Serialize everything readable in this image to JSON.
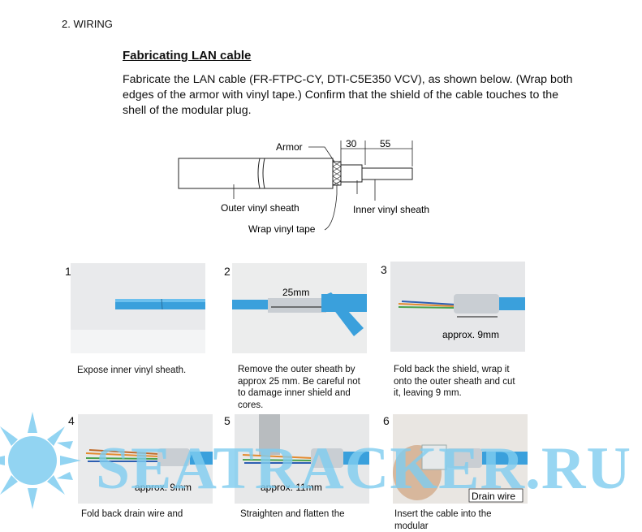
{
  "section_heading": "2.  WIRING",
  "title": "Fabricating LAN cable",
  "intro": "Fabricate the LAN cable (FR-FTPC-CY, DTI-C5E350 VCV), as shown below. (Wrap both edges of the armor with vinyl tape.) Confirm that the shield of the cable touches to the shell of the modular plug.",
  "diagram": {
    "armor": "Armor",
    "dim_30": "30",
    "dim_55": "55",
    "outer_vinyl_sheath": "Outer vinyl sheath",
    "inner_vinyl_sheath": "Inner vinyl sheath",
    "wrap_vinyl_tape": "Wrap vinyl tape"
  },
  "steps": [
    {
      "number": "1",
      "caption": "Expose inner vinyl sheath.",
      "photo_label": ""
    },
    {
      "number": "2",
      "caption": "Remove the outer sheath by approx 25 mm. Be careful not to damage inner shield and cores.",
      "photo_label": "25mm"
    },
    {
      "number": "3",
      "caption": "Fold back the shield, wrap it onto the outer sheath and cut it, leaving 9 mm.",
      "photo_label": "approx. 9mm"
    },
    {
      "number": "4",
      "caption": "Fold back drain wire and",
      "photo_label": "approx. 9mm"
    },
    {
      "number": "5",
      "caption": "Straighten and flatten the",
      "photo_label": "approx. 11mm"
    },
    {
      "number": "6",
      "caption": "Insert the cable into the modular",
      "photo_label": "Drain wire"
    }
  ],
  "watermark": "SEATRACKER.RU",
  "colors": {
    "cable": "#3aa0dc",
    "foil": "#c9ced3",
    "watermark": "#7fcdf0"
  }
}
